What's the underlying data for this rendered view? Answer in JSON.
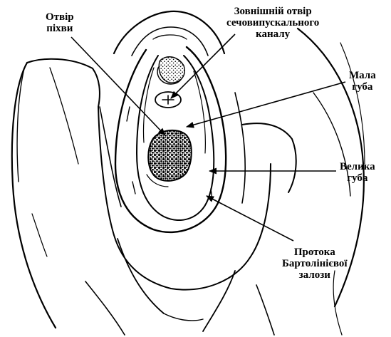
{
  "labels": {
    "vaginal_opening": [
      "Отвір",
      "піхви"
    ],
    "urethral_opening": [
      "Зовнішній отвір",
      "сечовипускального",
      "каналу"
    ],
    "labia_minora": [
      "Мала",
      "губа"
    ],
    "labia_majora": [
      "Велика",
      "губа"
    ],
    "bartholin_duct": [
      "Протока",
      "Бартолінієвої",
      "залози"
    ]
  },
  "colors": {
    "ink": "#000000",
    "background": "#ffffff"
  }
}
